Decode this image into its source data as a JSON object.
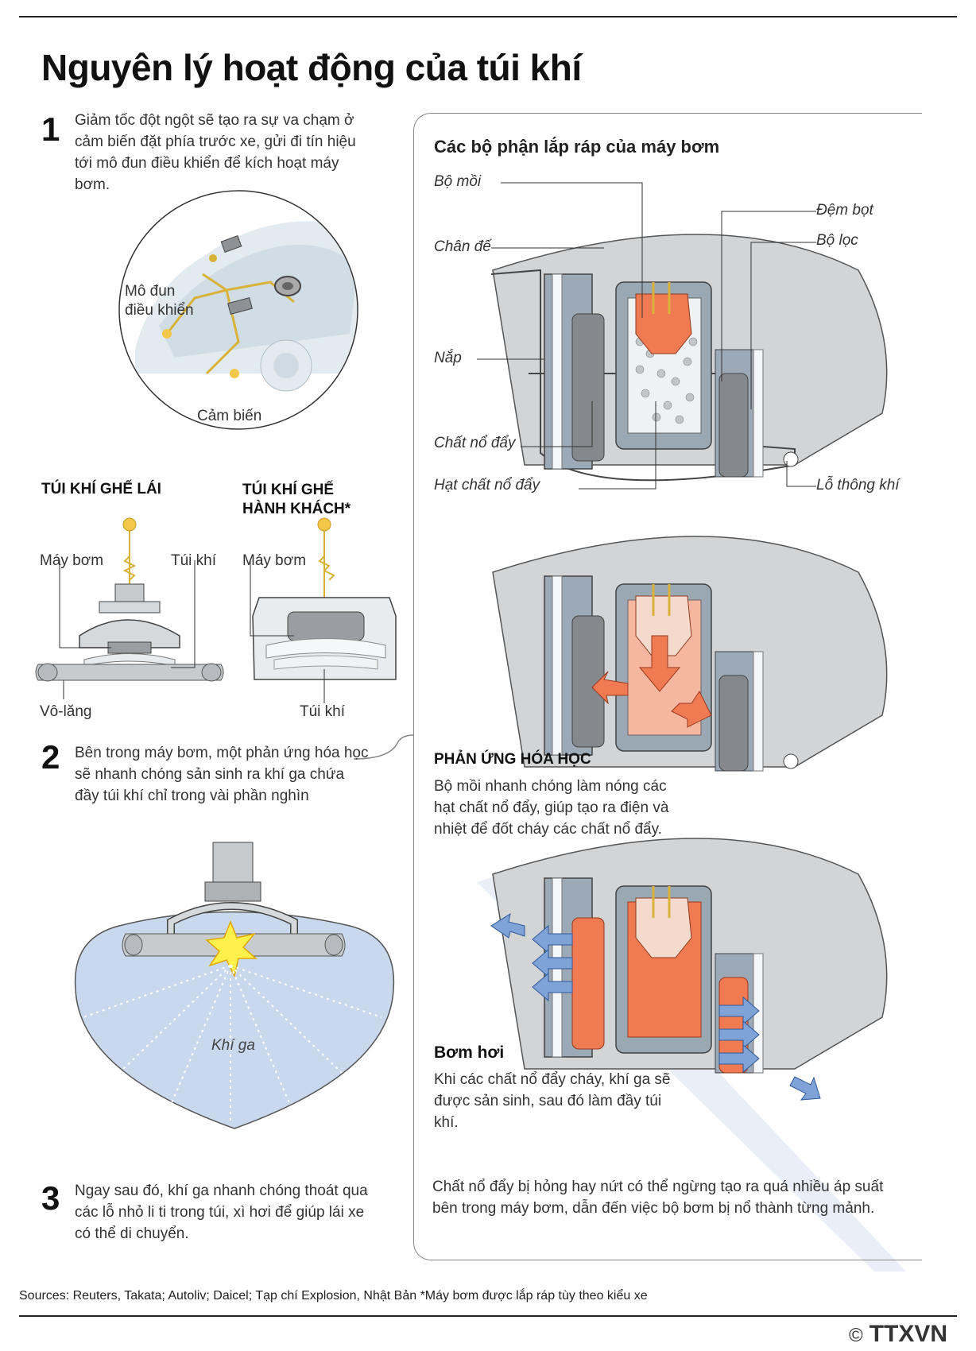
{
  "title": "Nguyên lý hoạt động của túi khí",
  "steps": [
    {
      "num": "1",
      "text": "Giảm tốc đột ngột sẽ tạo ra sự va chạm ở cảm biến đặt phía trước xe, gửi đi tín hiệu tới mô đun điều khiển để kích hoạt máy bơm."
    },
    {
      "num": "2",
      "text": "Bên trong máy bơm, một phản ứng hóa học sẽ nhanh chóng sản sinh ra khí ga chứa đầy túi khí chỉ trong vài phần nghìn"
    },
    {
      "num": "3",
      "text": "Ngay sau đó, khí ga nhanh chóng thoát qua các lỗ nhỏ li ti trong túi, xì hơi để giúp lái xe có thể di chuyển."
    }
  ],
  "car": {
    "module": "Mô đun\nđiều khiển",
    "sensor": "Cảm biến"
  },
  "driver": {
    "heading": "TÚI KHÍ GHẾ LÁI",
    "pump": "Máy bơm",
    "bag": "Túi khí",
    "wheel": "Vô-lăng"
  },
  "passenger": {
    "heading": "TÚI KHÍ GHẾ\nHÀNH KHÁCH*",
    "pump": "Máy bơm",
    "bag": "Túi khí"
  },
  "gas": "Khí ga",
  "parts": {
    "heading": "Các bộ phận lắp ráp của máy bơm",
    "igniter": "Bộ mồi",
    "base": "Chân đế",
    "lid": "Nắp",
    "propellant": "Chất nổ đẩy",
    "pellets": "Hạt chất nổ đẩy",
    "foam": "Đệm bọt",
    "filter": "Bộ lọc",
    "vent": "Lỗ thông khí"
  },
  "reaction": {
    "heading": "PHẢN ỨNG HÓA HỌC",
    "text": "Bộ mồi nhanh chóng làm nóng các hạt chất nổ đẩy, giúp tạo ra điện và nhiệt để đốt cháy các chất nổ đẩy."
  },
  "inflate": {
    "heading": "Bơm hơi",
    "text": "Khi các chất nổ đẩy cháy, khí ga sẽ được sản sinh, sau đó làm đầy túi khí."
  },
  "note": "Chất nổ đẩy bị hỏng hay nứt có thể ngừng tạo ra quá nhiều áp suất bên trong máy bơm, dẫn đến việc bộ bơm bị nổ thành từng mảnh.",
  "sources": "Sources: Reuters, Takata; Autoliv; Daicel; Tạp chí Explosion, Nhật Bản *Máy bơm được lắp ráp tùy theo kiểu xe",
  "logo": {
    "copy": "©",
    "text": "TTXVN"
  },
  "colors": {
    "pump_gray": "#b9bcc0",
    "steel": "#8e9296",
    "orange": "#f07a52",
    "wire": "#d9b23a",
    "bag_blue": "#c9d8ec"
  }
}
